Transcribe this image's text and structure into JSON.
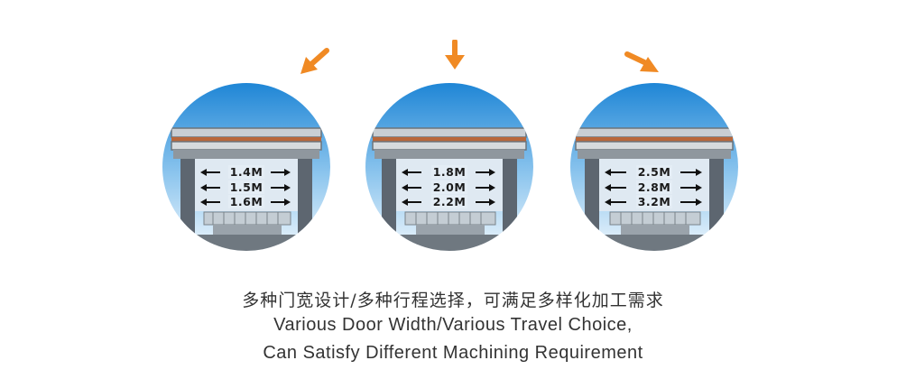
{
  "colors": {
    "accent_orange": "#f08a24",
    "sky_top": "#1f86d6",
    "sky_bottom": "#e9f3fb",
    "frame_gray": "#5d6670",
    "beam_copper": "#b9673a"
  },
  "icons": [
    "arrow-down-left-icon",
    "arrow-down-icon",
    "arrow-down-right-icon",
    "double-arrow-icon"
  ],
  "machines": [
    {
      "widths": [
        "1.4M",
        "1.5M",
        "1.6M"
      ]
    },
    {
      "widths": [
        "1.8M",
        "2.0M",
        "2.2M"
      ]
    },
    {
      "widths": [
        "2.5M",
        "2.8M",
        "3.2M"
      ]
    }
  ],
  "caption": {
    "chinese": "多种门宽设计/多种行程选择，可满足多样化加工需求",
    "english_line1": "Various Door Width/Various Travel Choice,",
    "english_line2": "Can Satisfy Different Machining Requirement"
  }
}
